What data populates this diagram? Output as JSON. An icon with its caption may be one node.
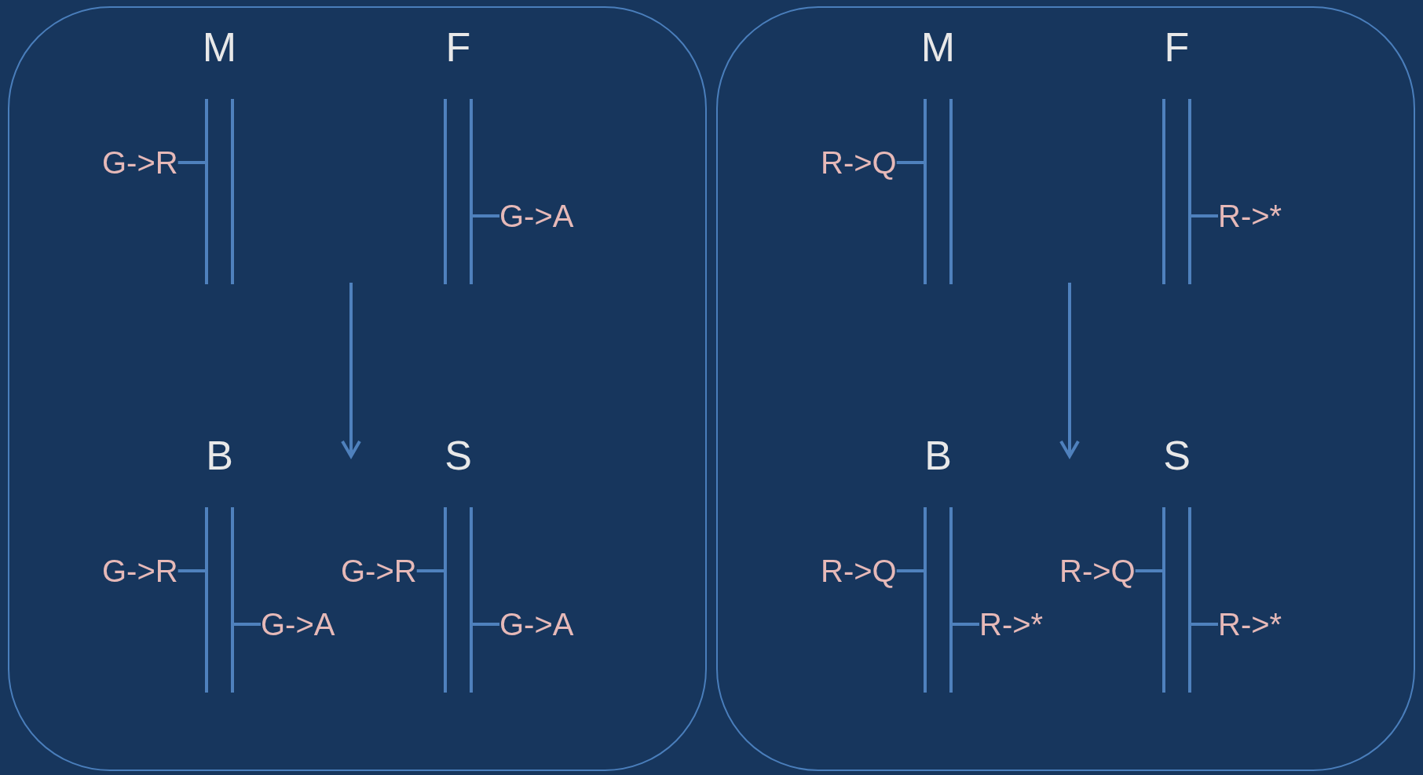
{
  "diagram": {
    "nodes": [
      {
        "text": [],
        "shape": "box"
      },
      {
        "text": [
          "M"
        ],
        "in": 0
      },
      {
        "text": [
          "G->R"
        ],
        "in": 0
      },
      {
        "text": [
          "F"
        ],
        "in": 0
      },
      {
        "text": [
          "G->A"
        ],
        "in": 0
      },
      {
        "text": [
          "B"
        ],
        "in": 0
      },
      {
        "text": [
          "G->R"
        ],
        "in": 0
      },
      {
        "text": [
          "G->A"
        ],
        "in": 0
      },
      {
        "text": [
          "S"
        ],
        "in": 0
      },
      {
        "text": [
          "G->R"
        ],
        "in": 0
      },
      {
        "text": [
          "G->A"
        ],
        "in": 0
      },
      {
        "text": [],
        "shape": "box"
      },
      {
        "text": [
          "M"
        ],
        "in": 11
      },
      {
        "text": [
          "R->Q"
        ],
        "in": 11
      },
      {
        "text": [
          "F"
        ],
        "in": 11
      },
      {
        "text": [
          "R->*"
        ],
        "in": 11
      },
      {
        "text": [
          "B"
        ],
        "in": 11
      },
      {
        "text": [
          "R->Q"
        ],
        "in": 11
      },
      {
        "text": [
          "R->*"
        ],
        "in": 11
      },
      {
        "text": [
          "S"
        ],
        "in": 11
      },
      {
        "text": [
          "R->Q"
        ],
        "in": 11
      },
      {
        "text": [
          "R->*"
        ],
        "in": 11
      }
    ],
    "edges": [
      {
        "from": 2,
        "to": 1,
        "arrow": "none"
      },
      {
        "from": 4,
        "to": 3,
        "arrow": "none"
      },
      {
        "from": 6,
        "to": 5,
        "arrow": "none"
      },
      {
        "from": 7,
        "to": 5,
        "arrow": "none"
      },
      {
        "from": 9,
        "to": 8,
        "arrow": "none"
      },
      {
        "from": 10,
        "to": 8,
        "arrow": "none"
      },
      {
        "from": 13,
        "to": 12,
        "arrow": "none"
      },
      {
        "from": 15,
        "to": 14,
        "arrow": "none"
      },
      {
        "from": 17,
        "to": 16,
        "arrow": "none"
      },
      {
        "from": 18,
        "to": 16,
        "arrow": "none"
      },
      {
        "from": 20,
        "to": 19,
        "arrow": "none"
      },
      {
        "from": 21,
        "to": 19,
        "arrow": "none"
      }
    ]
  }
}
